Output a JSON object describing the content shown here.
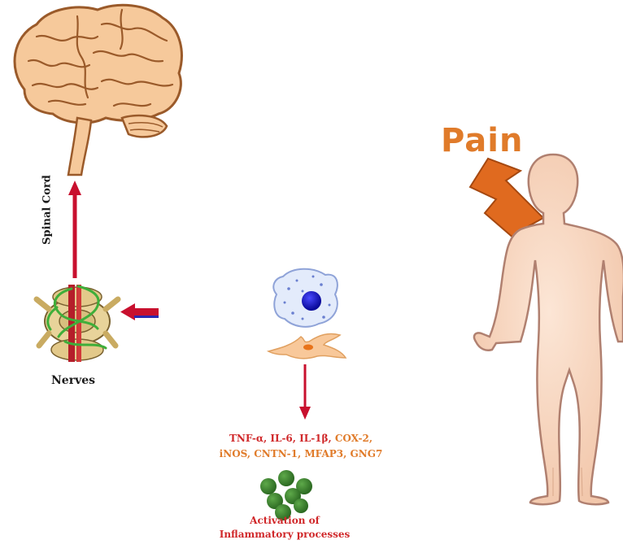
{
  "labels": {
    "spinal_cord": "Spinal Cord",
    "nerves": "Nerves",
    "pain": "Pain"
  },
  "mediators": {
    "line1_red": "TNF-α, IL-6, IL-1β,",
    "line1_orange": " COX-2,",
    "line2_orange": "iNOS, CNTN-1, MFAP3, GNG7"
  },
  "activation": {
    "line1": "Activation of",
    "line2": "Inflammatory processes"
  },
  "colors": {
    "brain_fill": "#f6c99b",
    "brain_stroke": "#9a5a2a",
    "arrow": "#c8102e",
    "pain_text": "#e07b2a",
    "bolt": "#e06a1f",
    "body_fill": "#f9dcc6",
    "body_stroke": "#b08070",
    "cell_green": "#3a7d2c",
    "macrophage_nucleus": "#1414c8",
    "fibroblast_fill": "#f8c89a"
  }
}
